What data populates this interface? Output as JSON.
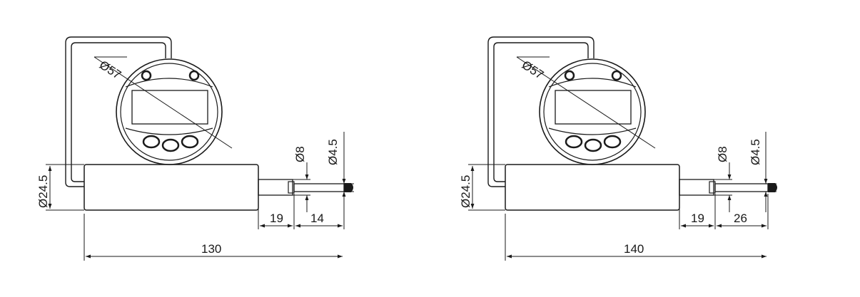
{
  "drawings": [
    {
      "dial_diameter": "Ø57",
      "body_diameter": "Ø24.5",
      "stem_diameter": "Ø8",
      "tip_diameter": "Ø4.5",
      "stem_length": "19",
      "tip_length": "14",
      "total_length": "130"
    },
    {
      "dial_diameter": "Ø57",
      "body_diameter": "Ø24.5",
      "stem_diameter": "Ø8",
      "tip_diameter": "Ø4.5",
      "stem_length": "19",
      "tip_length": "26",
      "total_length": "140"
    }
  ],
  "colors": {
    "line": "#1a1a1a",
    "body_fill": "#f4f4f4",
    "background": "#ffffff"
  }
}
